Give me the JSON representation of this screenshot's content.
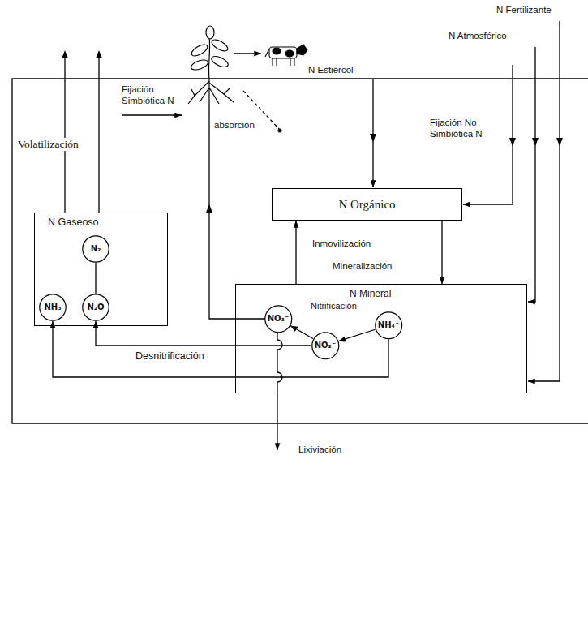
{
  "diagram": {
    "nodes": [
      {
        "text": [
          "N Gaseoso"
        ]
      },
      {
        "text": [
          "N₂"
        ],
        "in": 0
      },
      {
        "text": [
          "NH₃"
        ],
        "in": 0
      },
      {
        "text": [
          "N₂O"
        ],
        "in": 0
      },
      {
        "text": [
          "N Orgánico"
        ]
      },
      {
        "text": [
          "N Mineral",
          "Nitrificación"
        ]
      },
      {
        "text": [
          "NO₃⁻"
        ],
        "in": 5
      },
      {
        "text": [
          "NO₂⁻"
        ],
        "in": 5
      },
      {
        "text": [
          "NH₄⁺"
        ],
        "in": 5
      }
    ],
    "edges": [
      {
        "from": 8,
        "to": 7,
        "arrow": "to"
      },
      {
        "from": 7,
        "to": 6,
        "arrow": "to"
      },
      {
        "from": 3,
        "to": 1,
        "arrow": "none"
      },
      {
        "from": 7,
        "to": 3,
        "arrow": "to",
        "label": "Desnitrificación"
      },
      {
        "from": 8,
        "to": 2,
        "arrow": "to"
      },
      {
        "from": 4,
        "to": 5,
        "arrow": "to"
      },
      {
        "from": 5,
        "to": 4,
        "arrow": "to"
      }
    ],
    "labels": [
      "N Fertilizante",
      "N Atmosférico",
      "Volatilización",
      "Fijación Simbiótica N",
      "absorción",
      "N Estiércol",
      "Fijación No Simbiótica N",
      "Inmovilización",
      "Mineralización",
      "Lixiviación"
    ]
  }
}
